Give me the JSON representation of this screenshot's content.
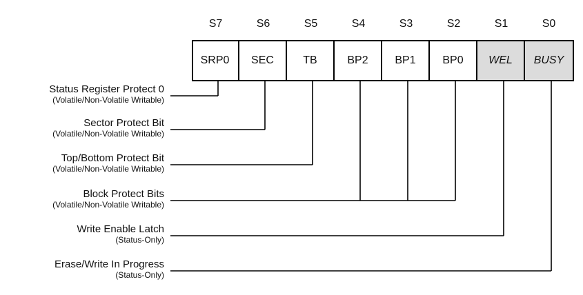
{
  "register": {
    "bits": [
      {
        "num": "S7",
        "name": "SRP0",
        "shaded": false
      },
      {
        "num": "S6",
        "name": "SEC",
        "shaded": false
      },
      {
        "num": "S5",
        "name": "TB",
        "shaded": false
      },
      {
        "num": "S4",
        "name": "BP2",
        "shaded": false
      },
      {
        "num": "S3",
        "name": "BP1",
        "shaded": false
      },
      {
        "num": "S2",
        "name": "BP0",
        "shaded": false
      },
      {
        "num": "S1",
        "name": "WEL",
        "shaded": true
      },
      {
        "num": "S0",
        "name": "BUSY",
        "shaded": true
      }
    ]
  },
  "labels": [
    {
      "main": "Status Register Protect 0",
      "sub": "(Volatile/Non-Volatile Writable)"
    },
    {
      "main": "Sector Protect Bit",
      "sub": "(Volatile/Non-Volatile Writable)"
    },
    {
      "main": "Top/Bottom Protect Bit",
      "sub": "(Volatile/Non-Volatile Writable)"
    },
    {
      "main": "Block Protect Bits",
      "sub": "(Volatile/Non-Volatile Writable)"
    },
    {
      "main": "Write Enable Latch",
      "sub": "(Status-Only)"
    },
    {
      "main": "Erase/Write In Progress",
      "sub": "(Status-Only)"
    }
  ]
}
